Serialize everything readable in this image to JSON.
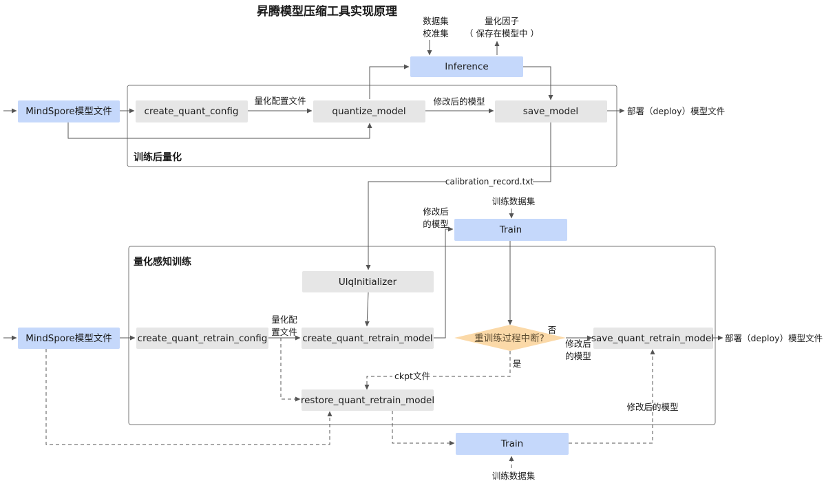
{
  "title": "昇腾模型压缩工具实现原理",
  "sections": {
    "ptq": "训练后量化",
    "qat": "量化感知训练"
  },
  "nodes": {
    "mindspore_top": "MindSpore模型文件",
    "create_quant_config": "create_quant_config",
    "quantize_model": "quantize_model",
    "save_model": "save_model",
    "inference": "Inference",
    "mindspore_bottom": "MindSpore模型文件",
    "create_quant_retrain_config": "create_quant_retrain_config",
    "create_quant_retrain_model": "create_quant_retrain_model",
    "ulq_initializer": "UlqInitializer",
    "restore_quant_retrain_model": "restore_quant_retrain_model",
    "train_top": "Train",
    "train_bottom": "Train",
    "decision": "重训练过程中断?",
    "save_quant_retrain_model": "save_quant_retrain_model"
  },
  "labels": {
    "dataset_line1": "数据集",
    "dataset_line2": "校准集",
    "quant_factor_line1": "量化因子",
    "quant_factor_line2": "（ 保存在模型中 ）",
    "quant_config_file": "量化配置文件",
    "modified_model": "修改后的模型",
    "deploy_top": "部署（deploy）模型文件",
    "calibration_record": "calibration_record.txt",
    "train_dataset_top": "训练数据集",
    "modified_model_left_l1": "修改后",
    "modified_model_left_l2": "的模型",
    "quant_config_l1": "量化配",
    "quant_config_l2": "置文件",
    "no": "否",
    "yes": "是",
    "modified_model_right_l1": "修改后",
    "modified_model_right_l2": "的模型",
    "deploy_bottom": "部署（deploy）模型文件",
    "ckpt": "ckpt文件",
    "modified_model_bottom": "修改后的模型",
    "train_dataset_bottom": "训练数据集"
  }
}
